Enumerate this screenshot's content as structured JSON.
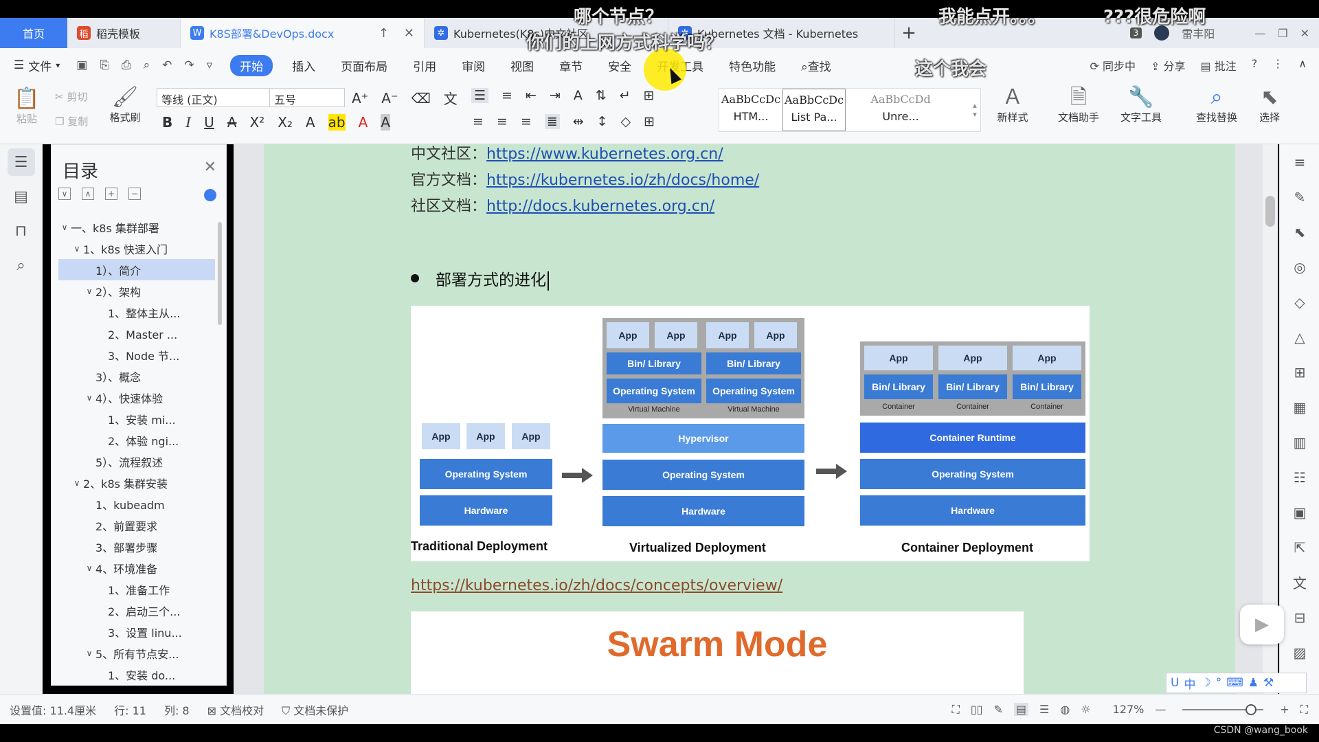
{
  "danmaku": {
    "d1": "哪个节点？",
    "d2": "你们的上网方式科学吗？",
    "d3": "我能点开。。。",
    "d4": "???很危险啊",
    "d5": "这个我会"
  },
  "tabs": {
    "home": "首页",
    "template": "稻壳模板",
    "doc": "K8S部署&DevOps.docx",
    "k8s_community": "Kubernetes(K8s)中文社区",
    "k8s_docs": "Kubernetes 文档 - Kubernetes",
    "window_count": "3",
    "username": "雷丰阳"
  },
  "menu": {
    "file": "文件",
    "start": "开始",
    "insert": "插入",
    "layout": "页面布局",
    "references": "引用",
    "review": "审阅",
    "view": "视图",
    "chapter": "章节",
    "security": "安全",
    "devtools": "开发工具",
    "features": "特色功能",
    "search": "查找",
    "sync": "同步中",
    "share": "分享",
    "comment": "批注"
  },
  "ribbon": {
    "paste": "粘贴",
    "cut": "剪切",
    "copy": "复制",
    "format_painter": "格式刷",
    "font_name": "等线 (正文)",
    "font_size": "五号",
    "style1_sample": "AaBbCcDc",
    "style1_name": "HTM...",
    "style2_sample": "AaBbCcDc",
    "style2_name": "List Pa...",
    "style3_sample": "AaBbCcDd",
    "style3_name": "Unre...",
    "new_style": "新样式",
    "doc_assistant": "文档助手",
    "text_tools": "文字工具",
    "find_replace": "查找替换",
    "select": "选择"
  },
  "toc": {
    "title": "目录",
    "items": [
      {
        "text": "一、k8s 集群部署",
        "level": 0,
        "arrow": "v"
      },
      {
        "text": "1、k8s 快速入门",
        "level": 1,
        "arrow": "v"
      },
      {
        "text": "1）、简介",
        "level": 2,
        "arrow": "",
        "selected": true
      },
      {
        "text": "2）、架构",
        "level": 2,
        "arrow": "v"
      },
      {
        "text": "1、整体主从...",
        "level": 3,
        "arrow": ""
      },
      {
        "text": "2、Master ...",
        "level": 3,
        "arrow": ""
      },
      {
        "text": "3、Node 节...",
        "level": 3,
        "arrow": ""
      },
      {
        "text": "3）、概念",
        "level": 2,
        "arrow": ""
      },
      {
        "text": "4）、快速体验",
        "level": 2,
        "arrow": "v"
      },
      {
        "text": "1、安装 mi...",
        "level": 3,
        "arrow": ""
      },
      {
        "text": "2、体验 ngi...",
        "level": 3,
        "arrow": ""
      },
      {
        "text": "5）、流程叙述",
        "level": 2,
        "arrow": ""
      },
      {
        "text": "2、k8s 集群安装",
        "level": 1,
        "arrow": "v"
      },
      {
        "text": "1、kubeadm",
        "level": 2,
        "arrow": ""
      },
      {
        "text": "2、前置要求",
        "level": 2,
        "arrow": ""
      },
      {
        "text": "3、部署步骤",
        "level": 2,
        "arrow": ""
      },
      {
        "text": "4、环境准备",
        "level": 2,
        "arrow": "v"
      },
      {
        "text": "1、准备工作",
        "level": 3,
        "arrow": ""
      },
      {
        "text": "2、启动三个...",
        "level": 3,
        "arrow": ""
      },
      {
        "text": "3、设置 linu...",
        "level": 3,
        "arrow": ""
      },
      {
        "text": "5、所有节点安...",
        "level": 2,
        "arrow": "v"
      },
      {
        "text": "1、安装 do...",
        "level": 3,
        "arrow": ""
      }
    ]
  },
  "doc": {
    "row1_label": "中文社区：",
    "row1_link": "https://www.kubernetes.org.cn/",
    "row2_label": "官方文档：",
    "row2_link": "https://kubernetes.io/zh/docs/home/",
    "row3_label": "社区文档：",
    "row3_link": "http://docs.kubernetes.org.cn/",
    "bullet": "部署方式的进化",
    "overview_link": "https://kubernetes.io/zh/docs/concepts/overview/",
    "swarm": "Swarm Mode"
  },
  "diagram": {
    "app": "App",
    "bin_library": "Bin/ Library",
    "operating_system": "Operating System",
    "virtual_machine": "Virtual Machine",
    "hypervisor": "Hypervisor",
    "hardware": "Hardware",
    "container": "Container",
    "container_runtime": "Container Runtime",
    "traditional": "Traditional Deployment",
    "virtualized": "Virtualized Deployment",
    "container_deployment": "Container Deployment"
  },
  "status": {
    "position": "设置值: 11.4厘米",
    "row": "行: 11",
    "col": "列: 8",
    "proofread": "文档校对",
    "unprotected": "文档未保护",
    "zoom": "127%",
    "watermark": "CSDN @wang_book"
  }
}
